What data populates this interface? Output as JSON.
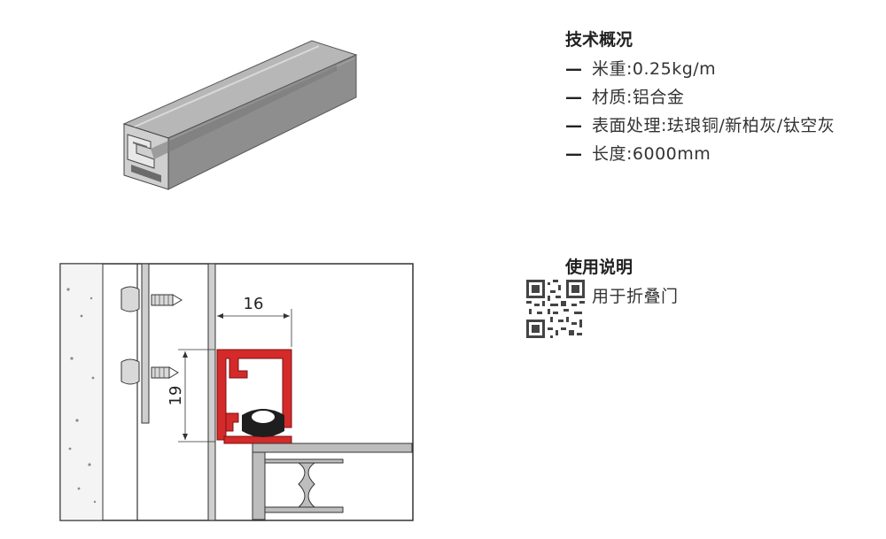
{
  "specs": {
    "title": "技术概况",
    "items": [
      {
        "dash": "—",
        "text": "米重:0.25kg/m"
      },
      {
        "dash": "—",
        "text": "材质:铝合金"
      },
      {
        "dash": "—",
        "text": "表面处理:珐琅铜/新柏灰/钛空灰"
      },
      {
        "dash": "—",
        "text": "长度:6000mm"
      }
    ]
  },
  "usage": {
    "title": "使用说明",
    "items": [
      {
        "dash": "—",
        "text": "用于折叠门"
      }
    ]
  },
  "drawing": {
    "dim_width": "16",
    "dim_height": "19"
  },
  "colors": {
    "profile_red": "#d42a2a",
    "aluminum_gray": "#9b9b9b",
    "line": "#333333"
  }
}
